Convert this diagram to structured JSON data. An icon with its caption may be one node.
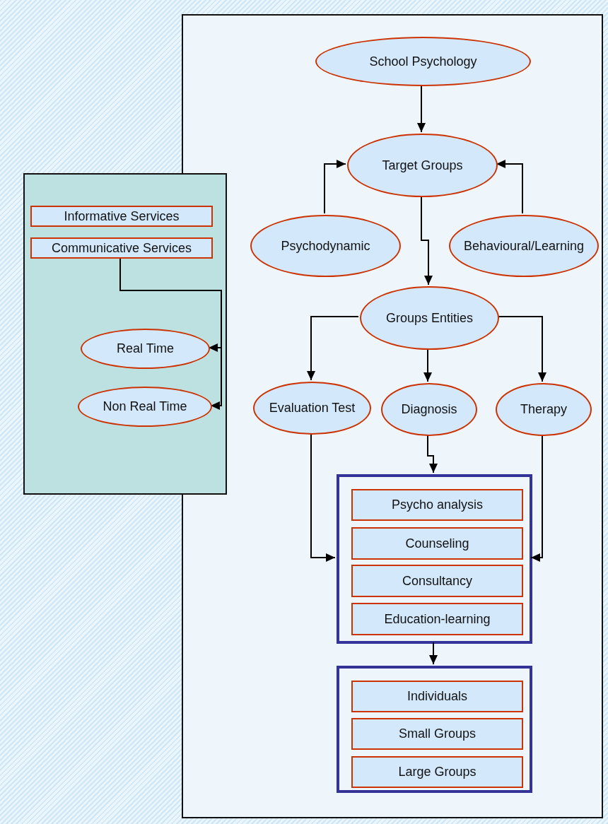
{
  "diagram": {
    "nodes": [
      {
        "text": [],
        "shape": "box"
      },
      {
        "text": [
          "Informative Services"
        ],
        "in": 0
      },
      {
        "text": [
          "Communicative Services"
        ],
        "in": 0
      },
      {
        "text": [
          "Real Time"
        ],
        "in": 0
      },
      {
        "text": [
          "Non Real Time"
        ],
        "in": 0
      },
      {
        "text": [],
        "shape": "box"
      },
      {
        "text": [
          "School Psychology"
        ],
        "in": 5
      },
      {
        "text": [
          "Target Groups"
        ],
        "in": 5
      },
      {
        "text": [
          "Psychodynamic"
        ],
        "in": 5
      },
      {
        "text": [
          "Behavioural/Learning"
        ],
        "in": 5
      },
      {
        "text": [
          "Groups Entities"
        ],
        "in": 5
      },
      {
        "text": [
          "Evaluation Test"
        ],
        "in": 5
      },
      {
        "text": [
          "Diagnosis"
        ],
        "in": 5
      },
      {
        "text": [
          "Therapy"
        ],
        "in": 5
      },
      {
        "text": [],
        "shape": "box",
        "in": 5
      },
      {
        "text": [
          "Psycho analysis"
        ],
        "in": 14
      },
      {
        "text": [
          "Counseling"
        ],
        "in": 14
      },
      {
        "text": [
          "Consultancy"
        ],
        "in": 14
      },
      {
        "text": [
          "Education-learning"
        ],
        "in": 14
      },
      {
        "text": [],
        "shape": "box",
        "in": 5
      },
      {
        "text": [
          "Individuals"
        ],
        "in": 19
      },
      {
        "text": [
          "Small Groups"
        ],
        "in": 19
      },
      {
        "text": [
          "Large Groups"
        ],
        "in": 19
      }
    ],
    "edges": [
      {
        "from": 2,
        "to": 3,
        "arrow": "to"
      },
      {
        "from": 2,
        "to": 4,
        "arrow": "to"
      },
      {
        "from": 6,
        "to": 7,
        "arrow": "to"
      },
      {
        "from": 8,
        "to": 7,
        "arrow": "to"
      },
      {
        "from": 9,
        "to": 7,
        "arrow": "to"
      },
      {
        "from": 7,
        "to": 10,
        "arrow": "to"
      },
      {
        "from": 10,
        "to": 11,
        "arrow": "to"
      },
      {
        "from": 10,
        "to": 12,
        "arrow": "to"
      },
      {
        "from": 10,
        "to": 13,
        "arrow": "to"
      },
      {
        "from": 12,
        "to": 14,
        "arrow": "to"
      },
      {
        "from": 11,
        "to": 14,
        "arrow": "to"
      },
      {
        "from": 13,
        "to": 14,
        "arrow": "to"
      },
      {
        "from": 14,
        "to": 19,
        "arrow": "to"
      }
    ]
  }
}
